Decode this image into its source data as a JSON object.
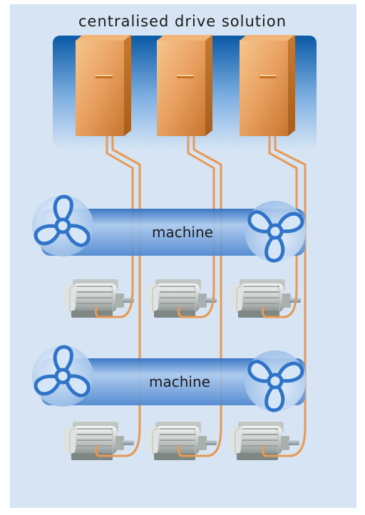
{
  "title": "centralised drive solution",
  "machines": [
    {
      "label": "machine"
    },
    {
      "label": "machine"
    }
  ],
  "components": {
    "drive_cabinets": 3,
    "motors_per_machine": 3,
    "icons": [
      "cabinet-icon",
      "fan-icon",
      "motor-icon"
    ]
  },
  "colors": {
    "background": "#d6e4f3",
    "panel_top": "#0a5aa6",
    "panel_bottom": "#d6e4f3",
    "cabinet": "#e39a4c",
    "cable": "#e79a55",
    "machine_band": "#5d93d6"
  }
}
